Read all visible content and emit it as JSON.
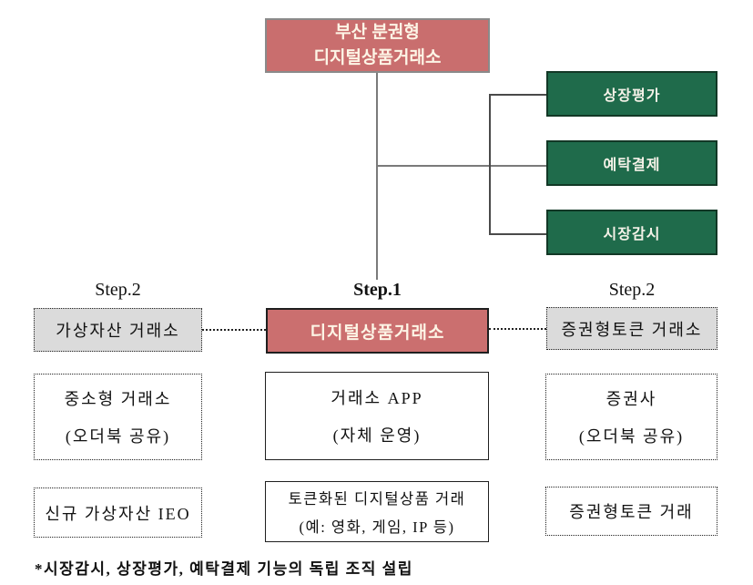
{
  "palette": {
    "red_fill": "#C96E6E",
    "red_border_top_box": "#8A8A8A",
    "red_border_center_box": "#1F1F1F",
    "green_fill": "#1F6B4B",
    "green_border": "#123826",
    "gray_fill": "#DBDBDB",
    "line_gray": "#7A7A7A",
    "line_dark": "#4A4A4A",
    "box_text_light": "#FDF5E6",
    "text_dark": "#111111"
  },
  "root_box": {
    "line1": "부산 분권형",
    "line2": "디지털상품거래소"
  },
  "green_boxes": [
    {
      "label": "상장평가"
    },
    {
      "label": "예탁결제"
    },
    {
      "label": "시장감시"
    }
  ],
  "steps": {
    "left": "Step.2",
    "center": "Step.1",
    "right": "Step.2"
  },
  "columns": {
    "left": {
      "header": "가상자산 거래소",
      "box2_line1": "중소형 거래소",
      "box2_line2": "(오더북 공유)",
      "box3": "신규 가상자산 IEO"
    },
    "center": {
      "header": "디지털상품거래소",
      "box2_line1": "거래소 APP",
      "box2_line2": "(자체 운영)",
      "box3_line1": "토큰화된 디지털상품 거래",
      "box3_line2": "(예: 영화, 게임, IP 등)"
    },
    "right": {
      "header": "증권형토큰 거래소",
      "box2_line1": "증권사",
      "box2_line2": "(오더북 공유)",
      "box3": "증권형토큰 거래"
    }
  },
  "footnote": "*시장감시, 상장평가, 예탁결제 기능의 독립 조직 설립"
}
